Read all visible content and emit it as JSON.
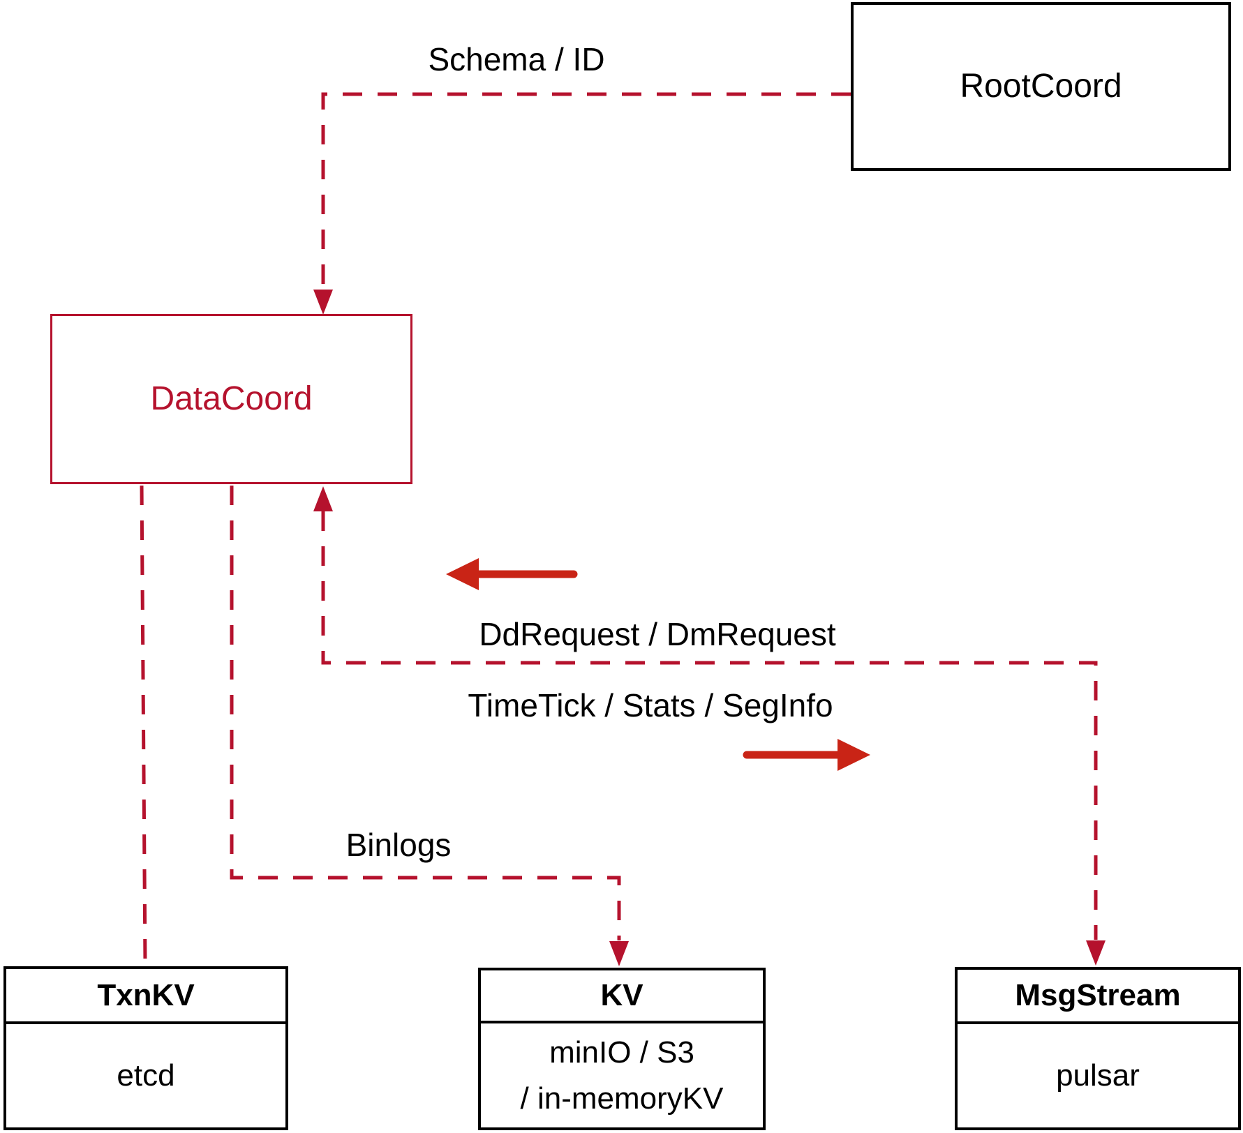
{
  "colors": {
    "dashed_red": "#b5122d",
    "solid_red": "#c92416",
    "box_border_black": "#000000",
    "label_black": "#000000"
  },
  "nodes": {
    "rootcoord": {
      "label": "RootCoord"
    },
    "datacoord": {
      "label": "DataCoord"
    },
    "txnkv": {
      "title": "TxnKV",
      "body": "etcd"
    },
    "kv": {
      "title": "KV",
      "body_lines": [
        "minIO / S3",
        "/ in-memoryKV"
      ]
    },
    "msgstream": {
      "title": "MsgStream",
      "body": "pulsar"
    }
  },
  "edge_labels": {
    "schema_id": "Schema / ID",
    "dd_dm_request": "DdRequest / DmRequest",
    "timetick_stats_seginfo": "TimeTick / Stats / SegInfo",
    "binlogs": "Binlogs"
  }
}
